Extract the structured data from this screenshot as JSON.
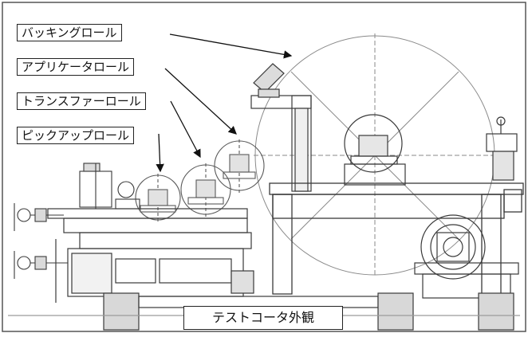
{
  "labels": {
    "backing_roll": "バッキングロール",
    "applicator_roll": "アプリケータロール",
    "transfer_roll": "トランスファーロール",
    "pickup_roll": "ピックアップロール"
  },
  "caption": "テストコータ外観",
  "colors": {
    "line": "#3a3a3a",
    "light": "#9a9a9a",
    "frame": "#555555"
  }
}
